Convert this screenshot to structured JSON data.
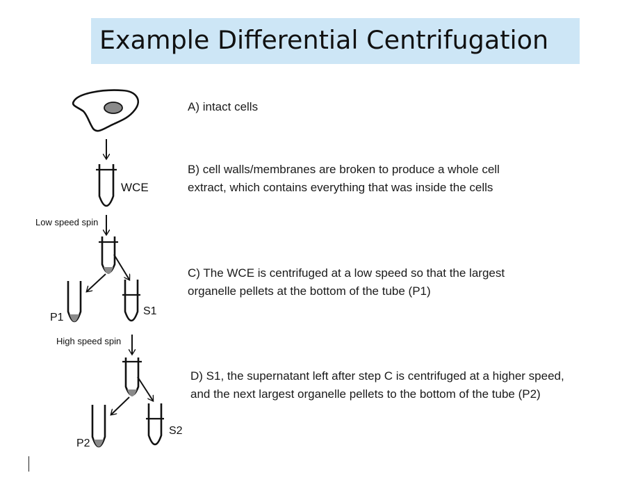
{
  "title": "Example Differential Centrifugation",
  "steps": {
    "a": "A) intact cells",
    "b_line1": "B) cell walls/membranes are broken to produce a whole cell",
    "b_line2": "extract, which contains everything that was inside the cells",
    "c_line1": "C) The WCE is centrifuged at a low speed so that the largest",
    "c_line2": "organelle pellets at the bottom of the tube (P1)",
    "d_line1": "D) S1, the supernatant left after step C is centrifuged at a higher speed,",
    "d_line2": "and the next largest organelle pellets to the bottom of the tube (P2)"
  },
  "diagram_labels": {
    "wce": "WCE",
    "low_speed": "Low speed spin",
    "high_speed": "High speed spin",
    "p1": "P1",
    "s1": "S1",
    "p2": "P2",
    "s2": "S2"
  },
  "colors": {
    "banner": "#cde6f6",
    "pellet": "#8a8a8a"
  }
}
